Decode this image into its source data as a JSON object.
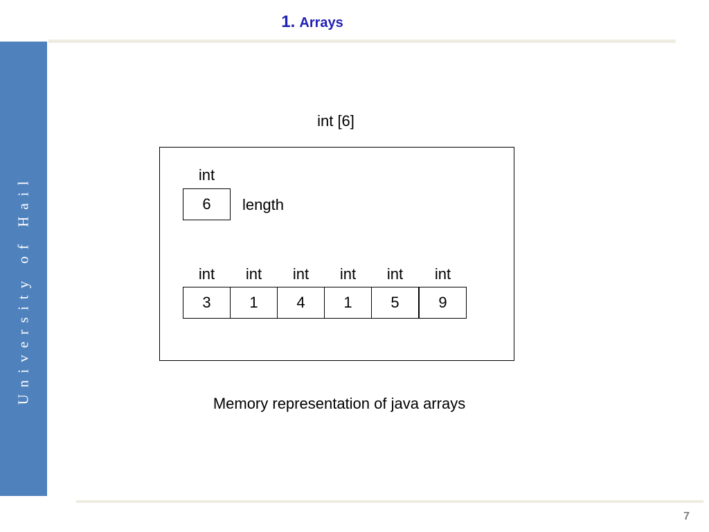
{
  "slide": {
    "title_number": "1.",
    "title_text": "Arrays",
    "sidebar_text": "University of Hail",
    "page_number": "7"
  },
  "diagram": {
    "caption": "int [6]",
    "length_type": "int",
    "length_value": "6",
    "length_label": "length",
    "elements": [
      {
        "type": "int",
        "value": "3"
      },
      {
        "type": "int",
        "value": "1"
      },
      {
        "type": "int",
        "value": "4"
      },
      {
        "type": "int",
        "value": "1"
      },
      {
        "type": "int",
        "value": "5"
      },
      {
        "type": "int",
        "value": "9"
      }
    ]
  },
  "footer_caption": "Memory representation of java arrays"
}
